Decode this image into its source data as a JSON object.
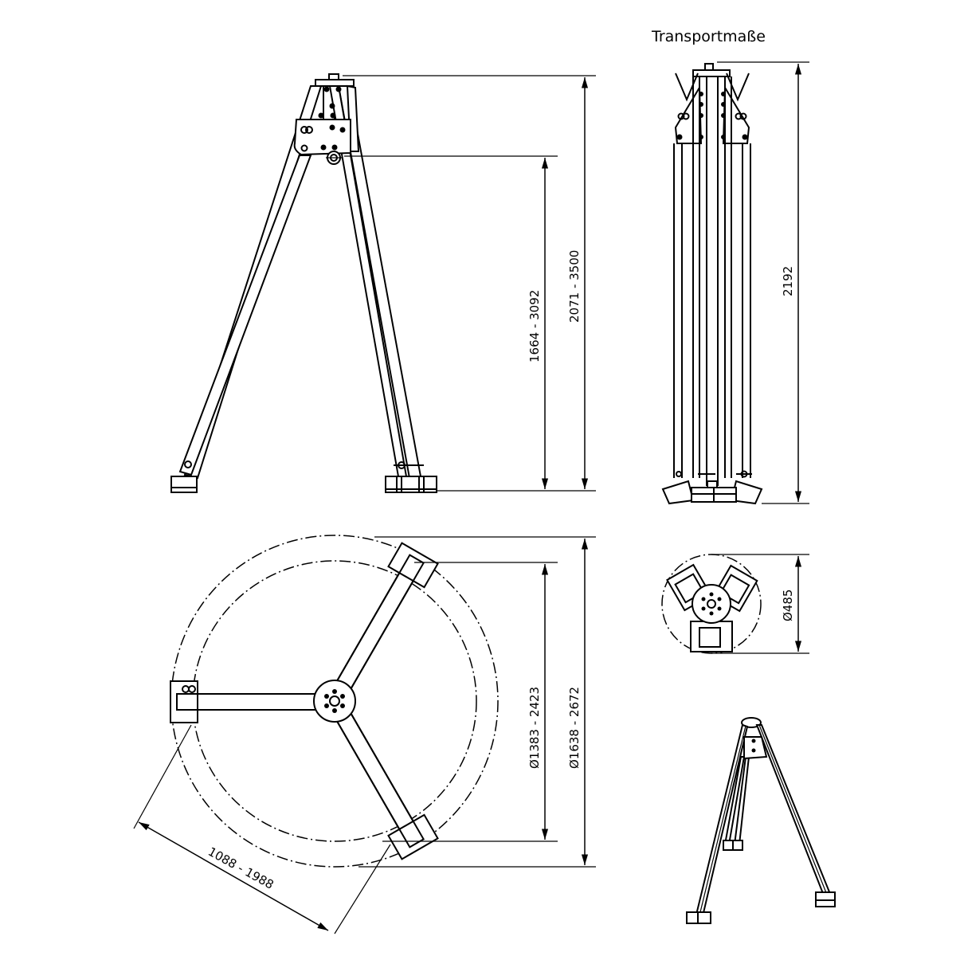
{
  "title": "Transportmaße",
  "views": {
    "side_view": {
      "dim_inner_height": "1664 - 3092",
      "dim_total_height": "2071 - 3500"
    },
    "transport_view": {
      "dim_height": "2192",
      "dim_diameter": "Ø485"
    },
    "top_view": {
      "dim_inner_diameter": "Ø1383 - 2423",
      "dim_outer_diameter": "Ø1638 - 2672",
      "dim_leg_span": "1088 - 1988"
    },
    "isometric_view": {}
  },
  "colors": {
    "line": "#000000",
    "background": "#ffffff"
  }
}
